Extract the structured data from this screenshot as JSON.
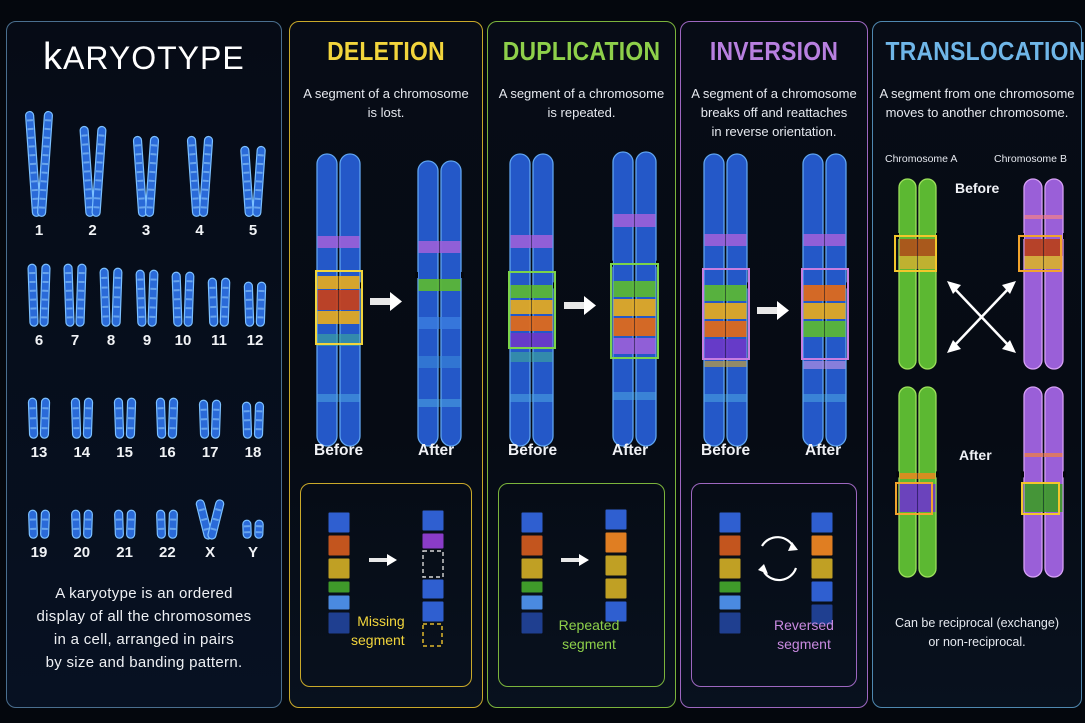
{
  "colors": {
    "background": "#04070d",
    "karyotype_title": "#ffffff",
    "deletion": "#f2d53c",
    "duplication": "#8ed04a",
    "inversion": "#b880e0",
    "translocation": "#6fb6e8",
    "chromosome_blue": "#2a5fd0",
    "chromosome_green": "#56b52a",
    "chromosome_purple": "#9a52cf"
  },
  "karyotype": {
    "title_initial": "k",
    "title_rest": "ARYOTYPE",
    "rows": [
      [
        "1",
        "2",
        "3",
        "4",
        "5"
      ],
      [
        "6",
        "7",
        "8",
        "9",
        "10",
        "11",
        "12"
      ],
      [
        "13",
        "14",
        "15",
        "16",
        "17",
        "18"
      ],
      [
        "19",
        "20",
        "21",
        "22",
        "X",
        "Y"
      ]
    ],
    "description": [
      "A karyotype is an ordered",
      "display of all the chromosomes",
      "in a cell, arranged in pairs",
      "by size and banding pattern."
    ]
  },
  "deletion": {
    "title": "DELETION",
    "description": [
      "A segment of a chromosome",
      "is lost."
    ],
    "before_label": "Before",
    "after_label": "After",
    "legend": [
      "Missing",
      "segment"
    ]
  },
  "duplication": {
    "title": "DUPLICATION",
    "description": [
      "A segment of a chromosome",
      "is repeated."
    ],
    "before_label": "Before",
    "after_label": "After",
    "legend": [
      "Repeated",
      "segment"
    ]
  },
  "inversion": {
    "title": "INVERSION",
    "description": [
      "A segment of a chromosome",
      "breaks off and reattaches",
      "in reverse orientation."
    ],
    "before_label": "Before",
    "after_label": "After",
    "legend": [
      "Reversed",
      "segment"
    ]
  },
  "translocation": {
    "title": "TRANSLOCATION",
    "description": [
      "A segment from one chromosome",
      "moves to another chromosome."
    ],
    "chromosome_a": "Chromosome A",
    "chromosome_b": "Chromosome B",
    "before_label": "Before",
    "after_label": "After",
    "note": [
      "Can be reciprocal (exchange)",
      "or non-reciprocal."
    ]
  },
  "icons": {
    "arrow": "right-arrow-icon",
    "cycle": "rotate-cycle-icon",
    "swap": "cross-swap-arrows-icon"
  }
}
